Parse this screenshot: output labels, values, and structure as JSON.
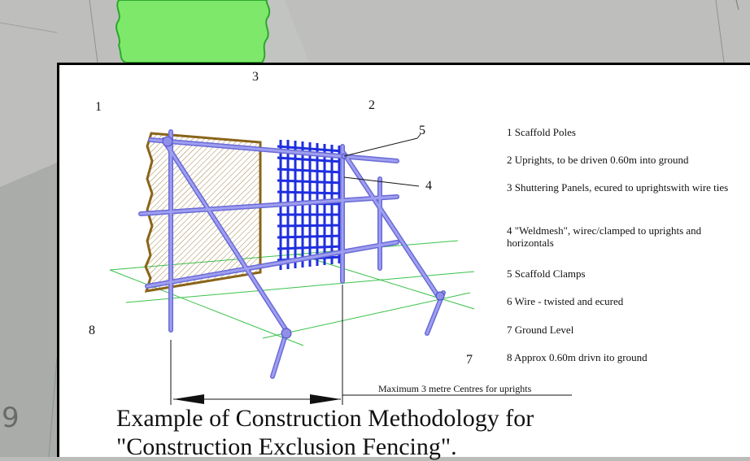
{
  "page_number": "9",
  "diagram": {
    "numbers": {
      "n1": "1",
      "n2": "2",
      "n3": "3",
      "n4": "4",
      "n5": "5",
      "n7": "7",
      "n8": "8"
    },
    "legend": [
      "1 Scaffold Poles",
      "2 Uprights, to be driven 0.60m into ground",
      "3 Shuttering Panels, ecured to uprightswith wire ties",
      "4 \"Weldmesh\", wirec/clamped to uprights and horizontals",
      "5 Scaffold Clamps",
      "6 Wire - twisted and ecured",
      "7 Ground Level",
      "8 Approx 0.60m drivn ito ground"
    ],
    "dimension_label": "Maximum 3 metre Centres for uprights",
    "caption_line1": "Example of Construction Methodology for",
    "caption_line2": "\"Construction Exclusion Fencing\"."
  },
  "colors": {
    "pole": "#8f8fea",
    "pole_edge": "#6a6ad8",
    "mesh": "#1e2ee0",
    "panel_edge": "#8a6418",
    "ground": "#39c24a",
    "tree_fill": "#7ee86a",
    "tree_edge": "#2ca82c"
  }
}
